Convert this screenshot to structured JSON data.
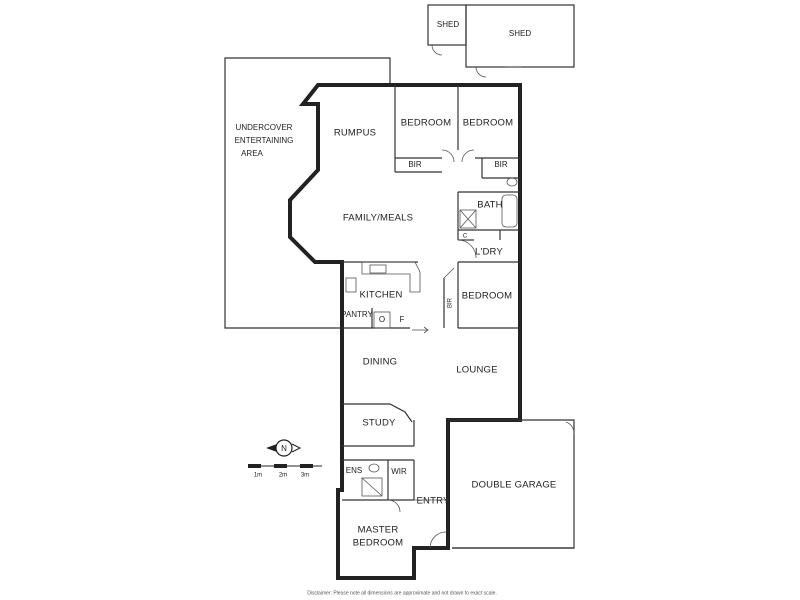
{
  "rooms": {
    "shed_1": "SHED",
    "shed_2": "SHED",
    "undercover": [
      "UNDERCOVER",
      "ENTERTAINING",
      "AREA"
    ],
    "rumpus": "RUMPUS",
    "bedroom_1": "BEDROOM",
    "bedroom_2": "BEDROOM",
    "bir_1": "BIR",
    "bir_2": "BIR",
    "bath": "BATH",
    "family_meals": "FAMILY/MEALS",
    "ldry": "L'DRY",
    "kitchen": "KITCHEN",
    "pantry": "PANTRY",
    "oven": "O",
    "fridge": "F",
    "bedroom_3": "BEDROOM",
    "bir_3": "BIR",
    "dining": "DINING",
    "lounge": "LOUNGE",
    "study": "STUDY",
    "ens": "ENS",
    "wir": "WIR",
    "entry": "ENTRY",
    "master_bedroom": [
      "MASTER",
      "BEDROOM"
    ],
    "double_garage": "DOUBLE GARAGE",
    "cupboard": "C"
  },
  "compass": {
    "letter": "N"
  },
  "scale_bar": {
    "labels": [
      "1m",
      "2m",
      "3m"
    ]
  },
  "disclaimer": "Disclaimer: Please note all dimensions are approximate and not drawn to exact scale."
}
